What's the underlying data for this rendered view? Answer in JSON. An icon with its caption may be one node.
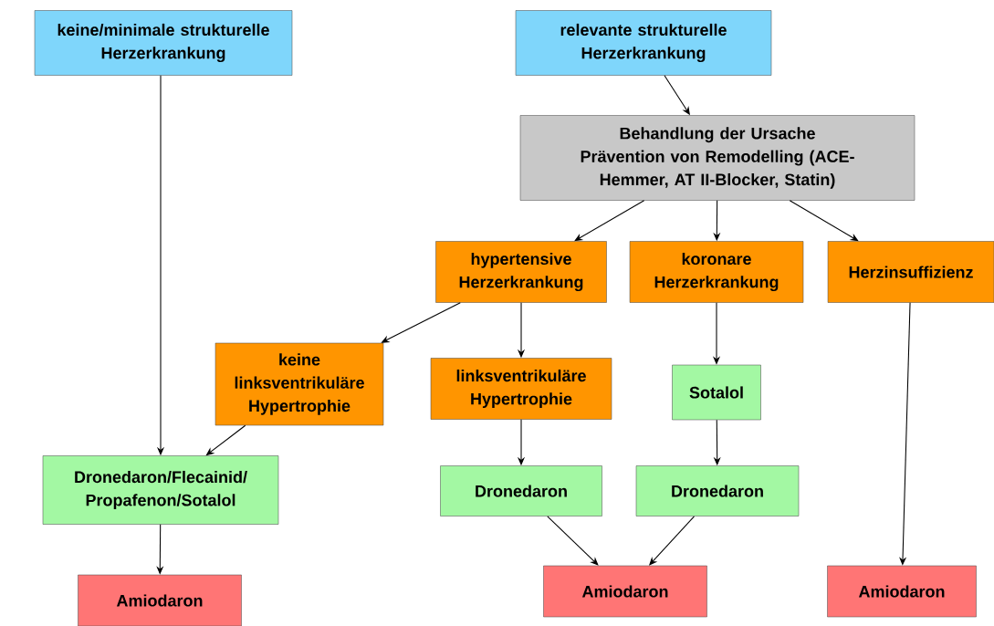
{
  "diagram": {
    "nodes": [
      {
        "text": [
          "keine/minimale strukturelle Herzerkrankung"
        ]
      },
      {
        "text": [
          "relevante strukturelle Herzerkrankung"
        ]
      },
      {
        "text": [
          "Behandlung der Ursache",
          "Prävention von Remodelling (ACE-Hemmer, AT II-Blocker, Statin)"
        ]
      },
      {
        "text": [
          "hypertensive Herzerkrankung"
        ]
      },
      {
        "text": [
          "koronare Herzerkrankung"
        ]
      },
      {
        "text": [
          "Herzinsuffizienz"
        ]
      },
      {
        "text": [
          "keine linksventrikuläre Hypertrophie"
        ]
      },
      {
        "text": [
          "linksventrikuläre Hypertrophie"
        ]
      },
      {
        "text": [
          "Sotalol"
        ]
      },
      {
        "text": [
          "Dronedaron/Flecainid/ Propafenon/Sotalol"
        ]
      },
      {
        "text": [
          "Dronedaron"
        ]
      },
      {
        "text": [
          "Dronedaron"
        ]
      },
      {
        "text": [
          "Amiodaron"
        ]
      },
      {
        "text": [
          "Amiodaron"
        ]
      },
      {
        "text": [
          "Amiodaron"
        ]
      }
    ],
    "edges": [
      {
        "from": 0,
        "to": 9,
        "arrow": "to"
      },
      {
        "from": 1,
        "to": 2,
        "arrow": "to"
      },
      {
        "from": 2,
        "to": 3,
        "arrow": "to"
      },
      {
        "from": 2,
        "to": 4,
        "arrow": "to"
      },
      {
        "from": 2,
        "to": 5,
        "arrow": "to"
      },
      {
        "from": 3,
        "to": 6,
        "arrow": "to"
      },
      {
        "from": 3,
        "to": 7,
        "arrow": "to"
      },
      {
        "from": 4,
        "to": 8,
        "arrow": "to"
      },
      {
        "from": 5,
        "to": 14,
        "arrow": "to"
      },
      {
        "from": 6,
        "to": 9,
        "arrow": "to"
      },
      {
        "from": 7,
        "to": 10,
        "arrow": "to"
      },
      {
        "from": 8,
        "to": 11,
        "arrow": "to"
      },
      {
        "from": 9,
        "to": 12,
        "arrow": "to"
      },
      {
        "from": 10,
        "to": 13,
        "arrow": "to"
      },
      {
        "from": 11,
        "to": 13,
        "arrow": "to"
      }
    ]
  }
}
